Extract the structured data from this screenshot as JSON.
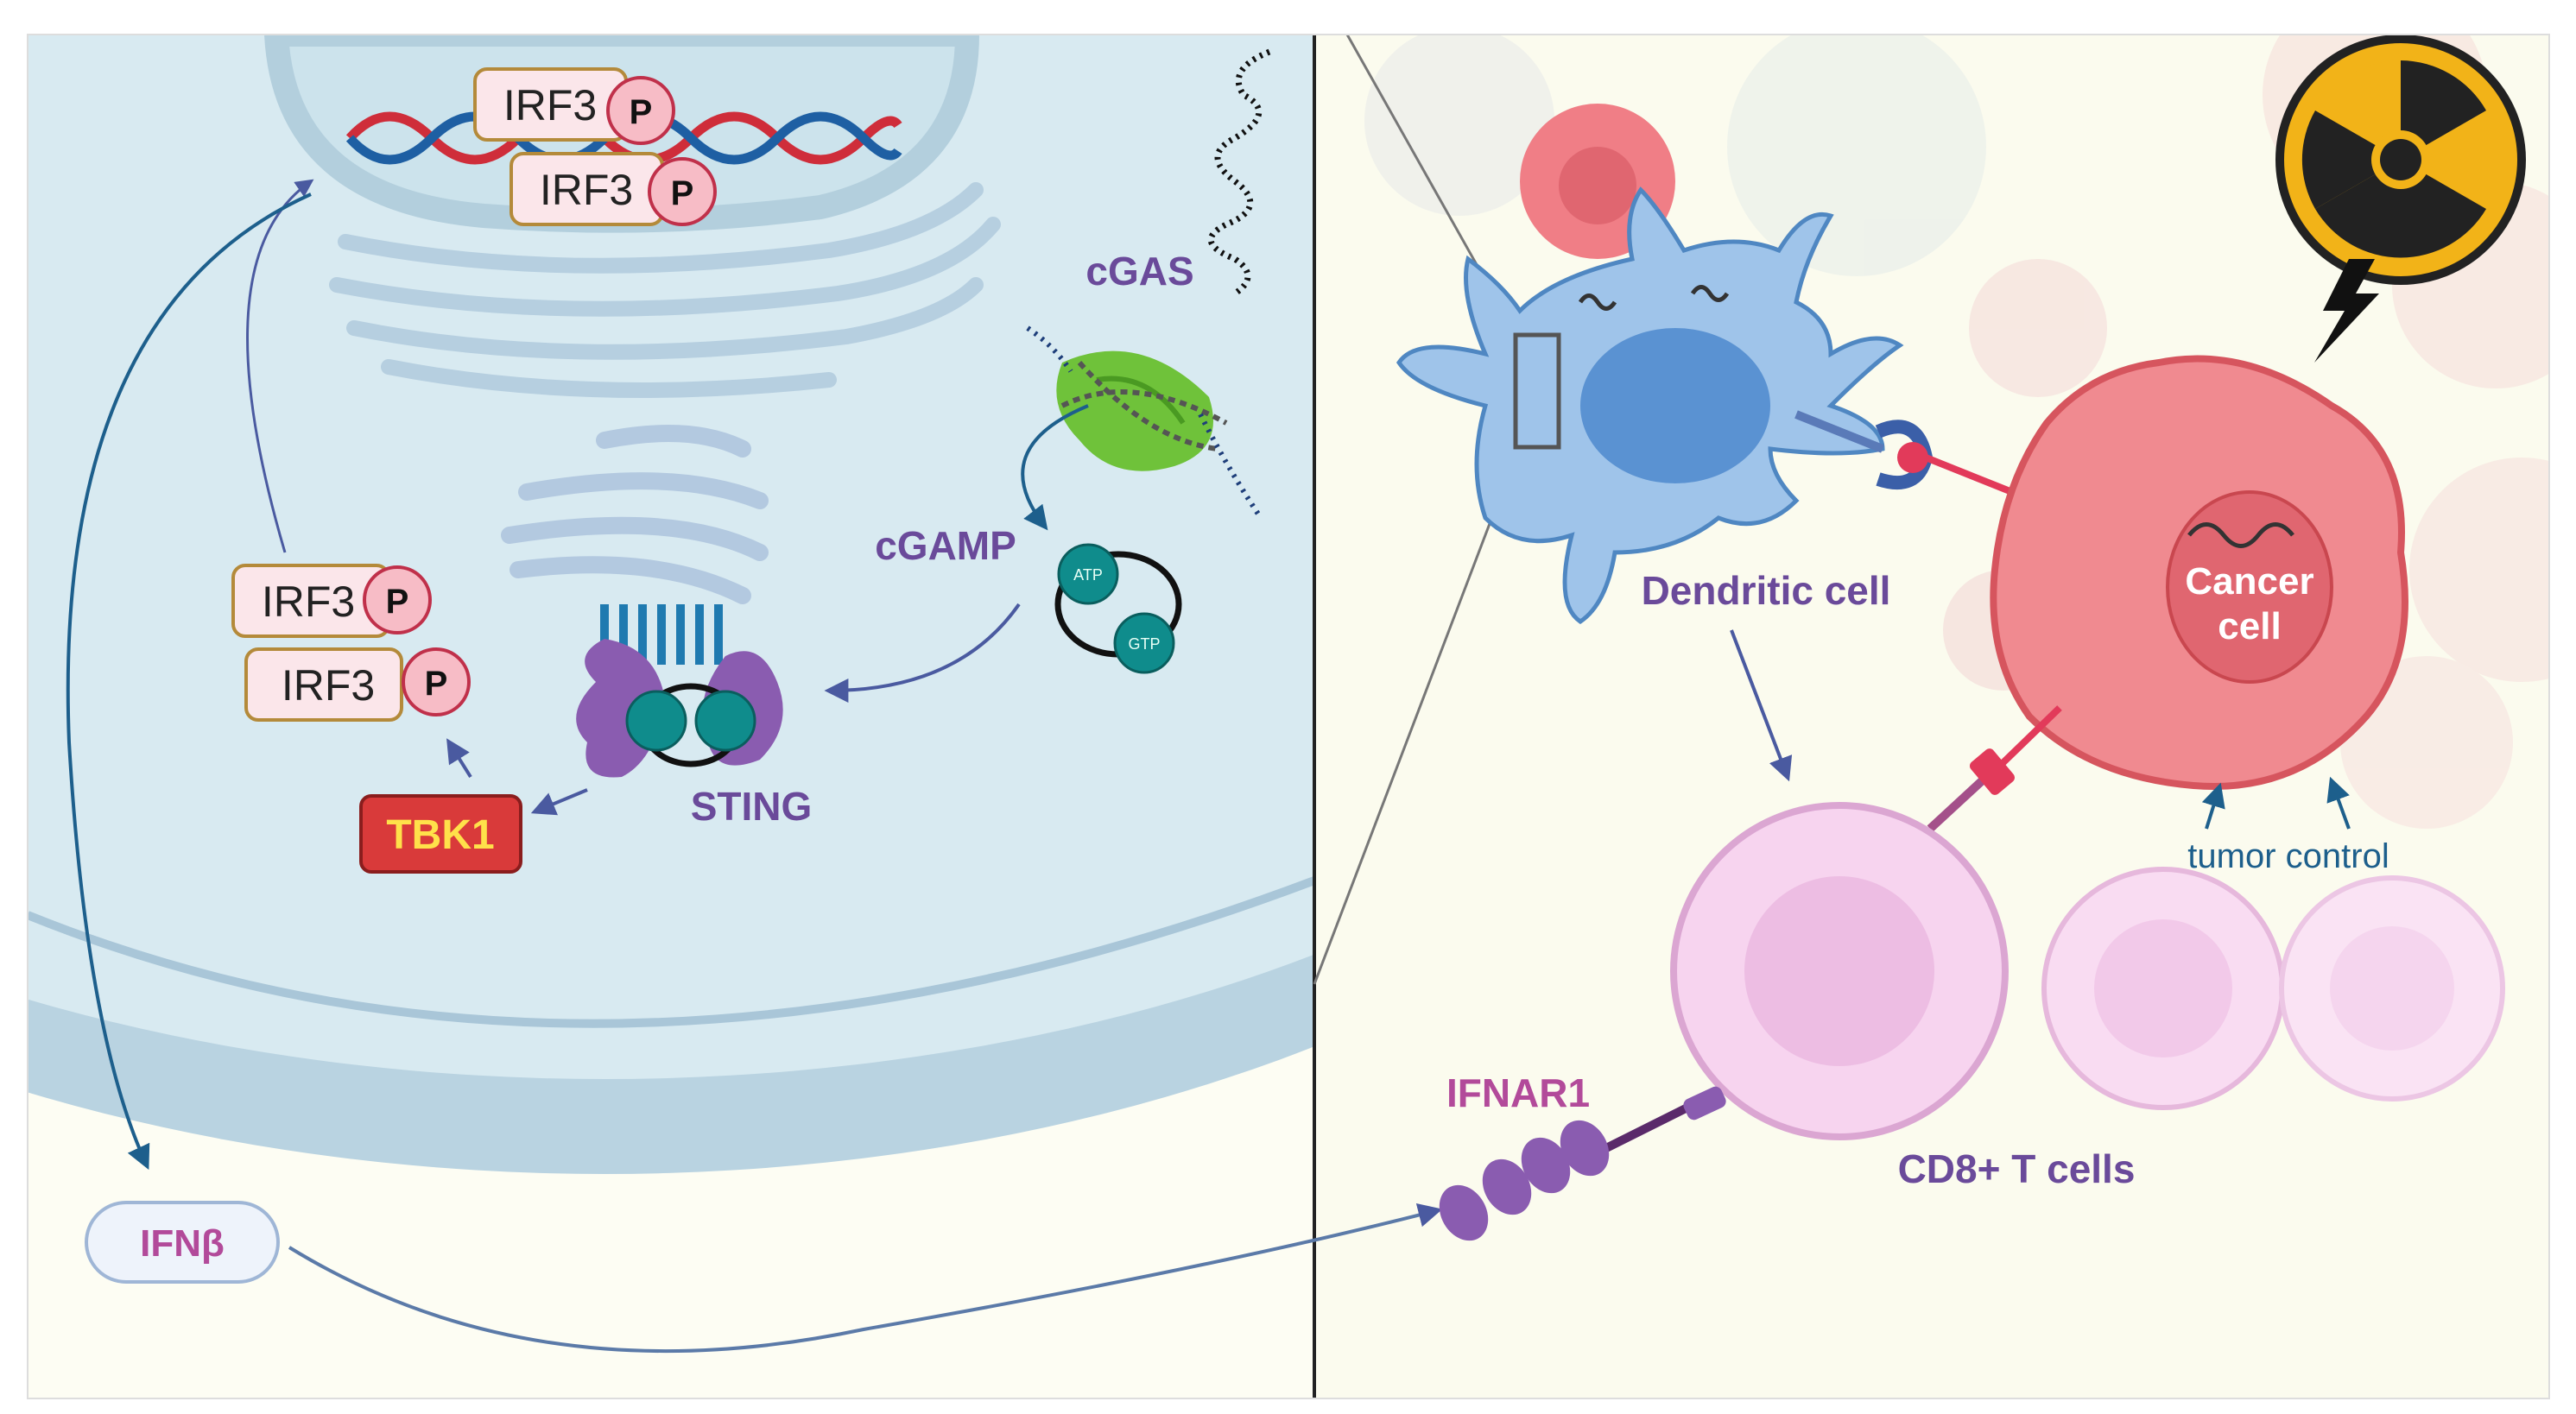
{
  "labels": {
    "irf3": "IRF3",
    "phospho": "P",
    "cgas": "cGAS",
    "cgamp": "cGAMP",
    "atp": "ATP",
    "gtp": "GTP",
    "sting": "STING",
    "tbk1": "TBK1",
    "ifnb": "IFNβ",
    "dendritic_cell": "Dendritic cell",
    "cancer_cell_line1": "Cancer",
    "cancer_cell_line2": "cell",
    "tumor_control": "tumor control",
    "ifnar1": "IFNAR1",
    "cd8_t_cells": "CD8+ T cells"
  },
  "colors": {
    "cytoplasm": "#d8eaf1",
    "nucleus": "#cce3ec",
    "tme_background": "#fbfbee",
    "dendritic_cell": "#9fc4ea",
    "cancer_cell": "#f08a90",
    "t_cell": "#f7d4ef",
    "tbk1": "#d93a3a",
    "sting": "#8a5cb0",
    "label_purple": "#6a4a9a",
    "label_magenta": "#b24a9a",
    "arrow_blue": "#1d5f8c",
    "radiation": "#f2b318"
  },
  "icons": [
    "dna-helix-icon",
    "radiation-icon",
    "lightning-icon"
  ]
}
